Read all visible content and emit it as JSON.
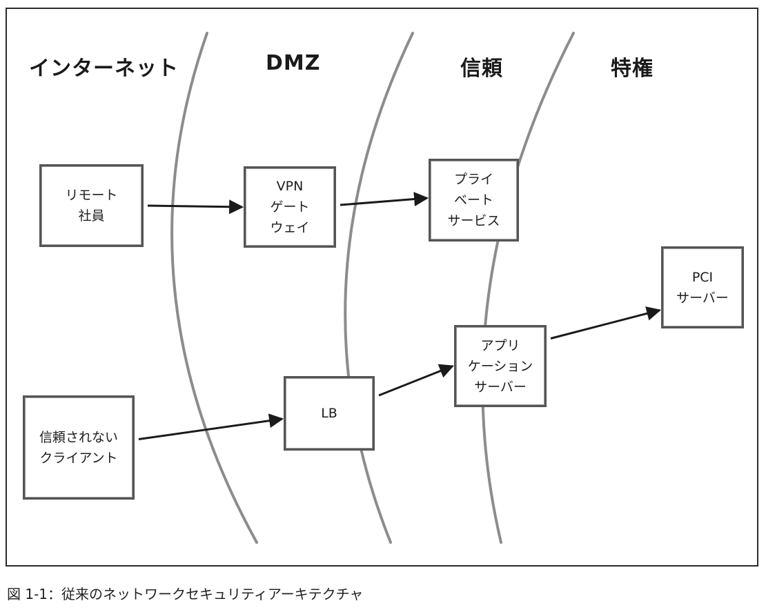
{
  "figure": {
    "caption": "図 1-1：従来のネットワークセキュリティアーキテクチャ"
  },
  "zones": [
    {
      "id": "internet",
      "label": "インターネット"
    },
    {
      "id": "dmz",
      "label": "DMZ"
    },
    {
      "id": "trusted",
      "label": "信頼"
    },
    {
      "id": "privileged",
      "label": "特権"
    }
  ],
  "nodes": [
    {
      "id": "remote-employee",
      "label": "リモート\n社員",
      "zone": "internet"
    },
    {
      "id": "untrusted-client",
      "label": "信頼されない\nクライアント",
      "zone": "internet"
    },
    {
      "id": "vpn-gateway",
      "label": "VPN\nゲート\nウェイ",
      "zone": "dmz"
    },
    {
      "id": "load-balancer",
      "label": "LB",
      "zone": "dmz"
    },
    {
      "id": "private-service",
      "label": "プライ\nベート\nサービス",
      "zone": "trusted"
    },
    {
      "id": "app-server",
      "label": "アプリ\nケーション\nサーバー",
      "zone": "trusted"
    },
    {
      "id": "pci-server",
      "label": "PCI\nサーバー",
      "zone": "privileged"
    }
  ],
  "edges": [
    {
      "from": "remote-employee",
      "to": "vpn-gateway"
    },
    {
      "from": "vpn-gateway",
      "to": "private-service"
    },
    {
      "from": "untrusted-client",
      "to": "load-balancer"
    },
    {
      "from": "load-balancer",
      "to": "app-server"
    },
    {
      "from": "app-server",
      "to": "pci-server"
    }
  ],
  "colors": {
    "zone_boundary": "#8c8c8c",
    "arrow": "#1a1a1a",
    "box_border": "#555555",
    "frame": "#2b2b2b"
  }
}
